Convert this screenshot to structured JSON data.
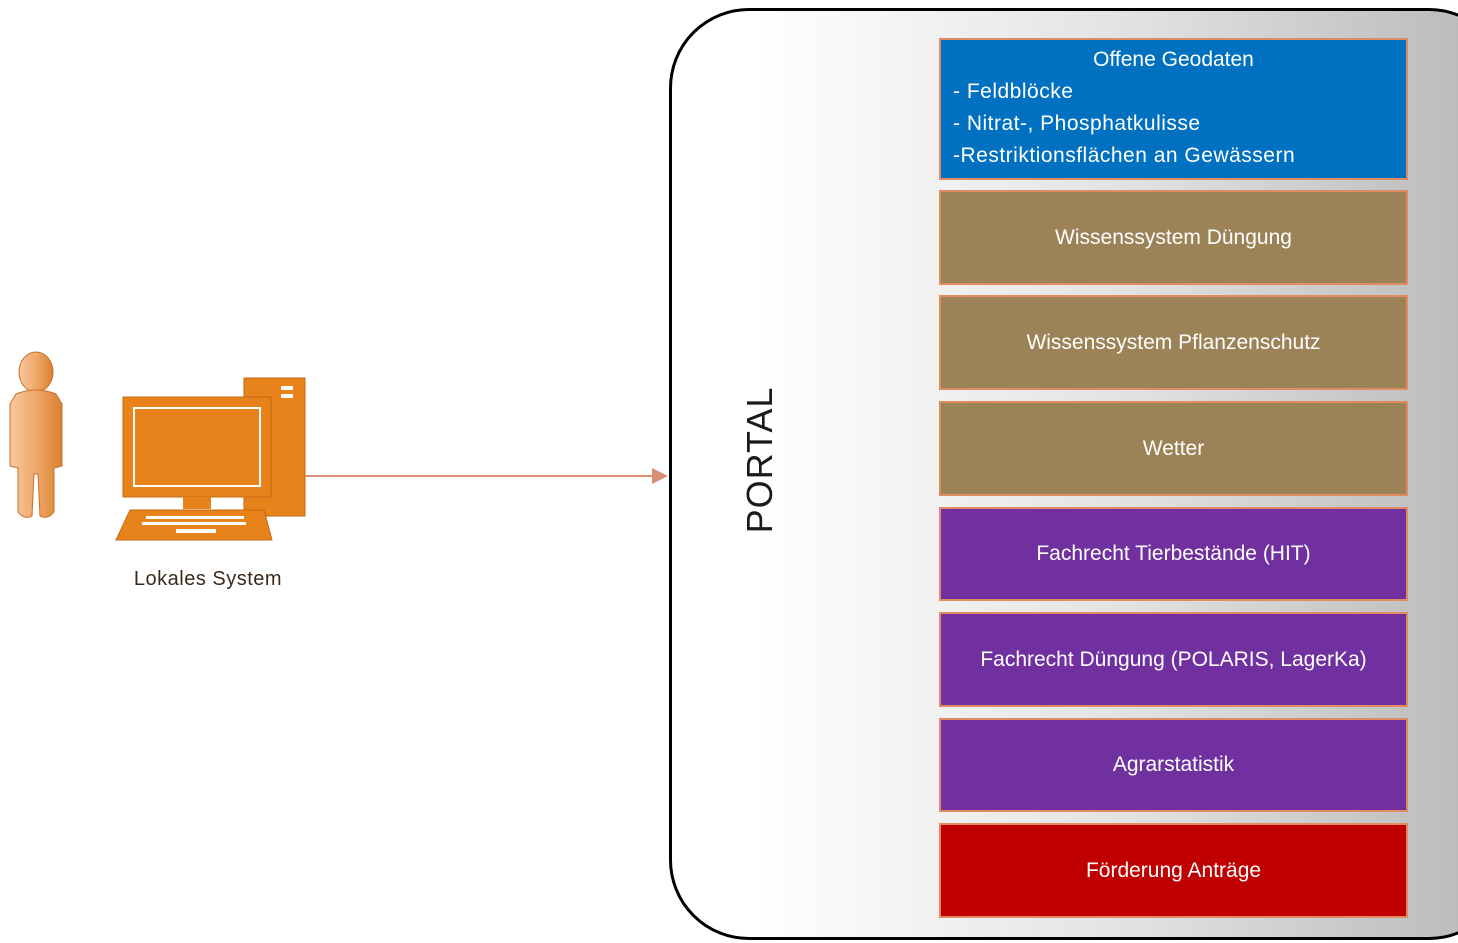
{
  "portal": {
    "label": "PORTAL"
  },
  "local_system": {
    "label": "Lokales System",
    "icons": [
      "person-icon",
      "desktop-computer-icon"
    ]
  },
  "services": {
    "geodata": {
      "title": "Offene Geodaten",
      "items": [
        "- Feldblöcke",
        "- Nitrat-, Phosphatkulisse",
        "-Restriktionsflächen an Gewässern"
      ]
    },
    "boxes": [
      {
        "label": "Wissenssystem Düngung",
        "color": "#9c8257"
      },
      {
        "label": "Wissenssystem Pflanzenschutz",
        "color": "#9c8257"
      },
      {
        "label": "Wetter",
        "color": "#9c8257"
      },
      {
        "label": "Fachrecht Tierbestände (HIT)",
        "color": "#7030a0"
      },
      {
        "label": "Fachrecht Düngung (POLARIS, LagerKa)",
        "color": "#7030a0"
      },
      {
        "label": "Agrarstatistik",
        "color": "#7030a0"
      },
      {
        "label": "Förderung Anträge",
        "color": "#c00000"
      }
    ]
  },
  "colors": {
    "geodata": "#0070c0",
    "knowledge": "#9c8257",
    "regulation": "#7030a0",
    "funding": "#c00000",
    "box_border": "#e08b62",
    "arrow": "#d99072",
    "icon_orange": "#e8831c"
  }
}
